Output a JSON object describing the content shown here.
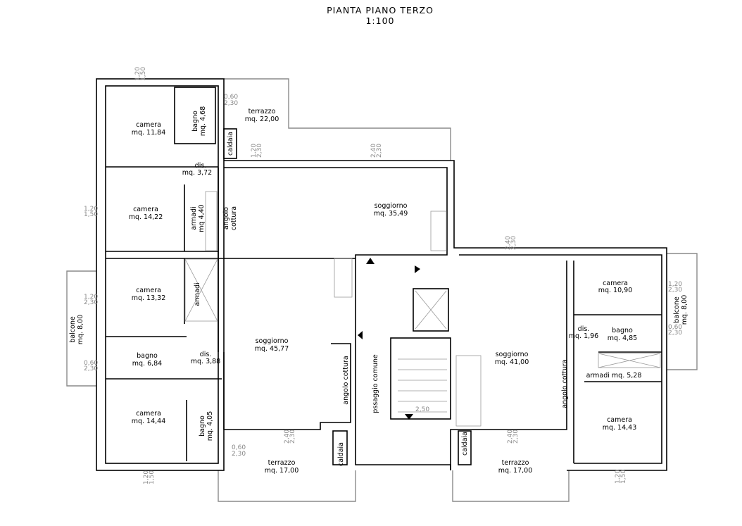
{
  "header": {
    "title": "PIANTA PIANO TERZO",
    "scale": "1:100"
  },
  "rooms": {
    "camera_a": {
      "name": "camera",
      "area": "mq. 11,84"
    },
    "bagno_a": {
      "name": "bagno",
      "area": "mq. 4,68"
    },
    "terrazzo_top": {
      "name": "terrazzo",
      "area": "mq. 22,00"
    },
    "caldaia_top": {
      "name": "caldaia"
    },
    "dis_a": {
      "name": "dis.",
      "area": "mq. 3,72"
    },
    "camera_b": {
      "name": "camera",
      "area": "mq. 14,22"
    },
    "armadi_a": {
      "name": "armadi",
      "area": "mq 4,40"
    },
    "angolo_a": {
      "name": "angolo",
      "area": "cottura"
    },
    "soggiorno_a": {
      "name": "soggiorno",
      "area": "mq. 35,49"
    },
    "camera_c": {
      "name": "camera",
      "area": "mq. 13,32"
    },
    "armadi_b": {
      "name": "armadi"
    },
    "balcone_left": {
      "name": "balcone",
      "area": "mq. 8,00"
    },
    "bagno_b": {
      "name": "bagno",
      "area": "mq. 6,84"
    },
    "dis_b": {
      "name": "dis.",
      "area": "mq. 3,88"
    },
    "soggiorno_b": {
      "name": "soggiorno",
      "area": "mq. 45,77"
    },
    "angolo_b": {
      "name": "angolo cottura"
    },
    "camera_d": {
      "name": "camera",
      "area": "mq. 14,44"
    },
    "bagno_c": {
      "name": "bagno",
      "area": "mq. 4,05"
    },
    "terrazzo_left": {
      "name": "terrazzo",
      "area": "mq. 17,00"
    },
    "caldaia_left": {
      "name": "caldaia"
    },
    "passaggio": {
      "name": "pssaggio comune"
    },
    "soggiorno_c": {
      "name": "soggiorno",
      "area": "mq. 41,00"
    },
    "angolo_c": {
      "name": "angolo cottura"
    },
    "camera_e": {
      "name": "camera",
      "area": "mq. 10,90"
    },
    "dis_c": {
      "name": "dis.",
      "area": "mq. 1,96"
    },
    "bagno_d": {
      "name": "bagno",
      "area": "mq. 4,85"
    },
    "armadi_c": {
      "name": "armadi mq. 5,28"
    },
    "camera_f": {
      "name": "camera",
      "area": "mq. 14,43"
    },
    "balcone_right": {
      "name": "balcone",
      "area": "mq. 8,00"
    },
    "terrazzo_right": {
      "name": "terrazzo",
      "area": "mq. 17,00"
    },
    "caldaia_right": {
      "name": "caldaia"
    }
  },
  "dimensions": [
    {
      "w": "1,20",
      "h": "1,50"
    },
    {
      "w": "0,60",
      "h": "2,30"
    },
    {
      "w": "1,20",
      "h": "2,30"
    },
    {
      "w": "2,40",
      "h": "2,30"
    },
    {
      "w": "1,20",
      "h": "1,50"
    },
    {
      "w": "1,20",
      "h": "2,30"
    },
    {
      "w": "0,60",
      "h": "2,30"
    },
    {
      "w": "1,20",
      "h": "1,50"
    },
    {
      "w": "0,60",
      "h": "2,30"
    },
    {
      "w": "2,40",
      "h": "2,30"
    },
    {
      "w": "2,40",
      "h": "2,30"
    },
    {
      "w": "1,20",
      "h": "2,30"
    },
    {
      "w": "0,60",
      "h": "2,30"
    },
    {
      "w": "2,40",
      "h": "2,30"
    },
    {
      "w": "1,20",
      "h": "1,50"
    }
  ],
  "stair_width": "2,50"
}
